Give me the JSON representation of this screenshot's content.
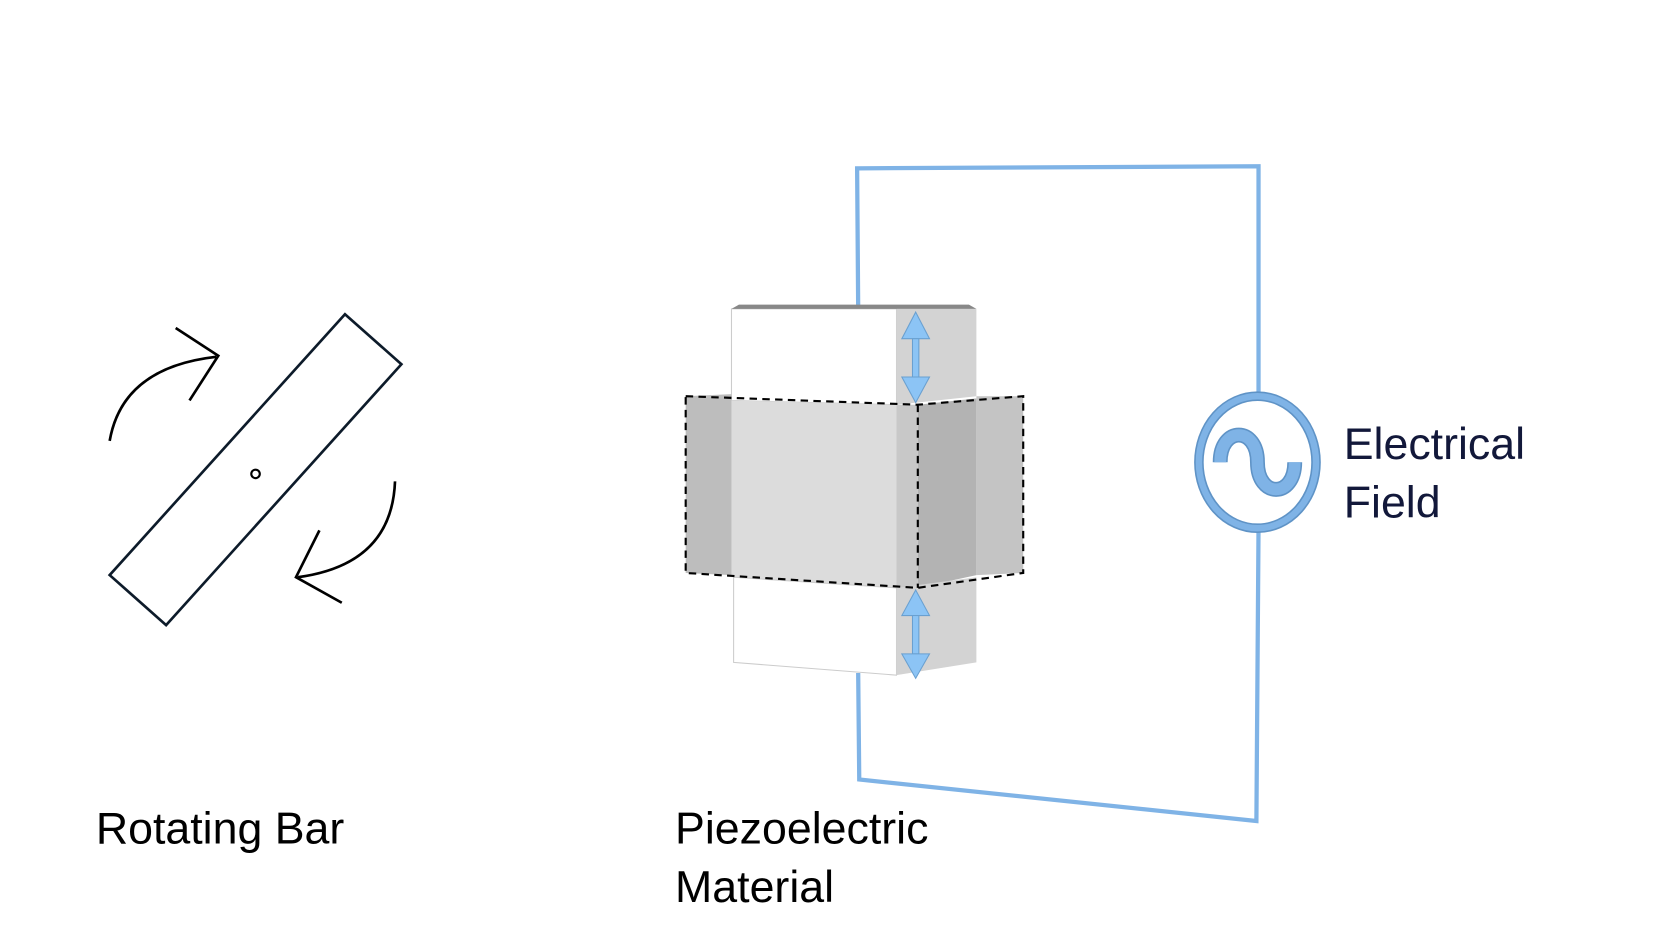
{
  "labels": {
    "rotating_bar": "Rotating Bar",
    "piezo_line1": "Piezoelectric",
    "piezo_line2": "Material",
    "field_line1": "Electrical",
    "field_line2": "Field"
  },
  "colors": {
    "wire": "#7fb3e6",
    "arrow": "#8cc4f5",
    "bar_outline": "#0d1b2a"
  }
}
